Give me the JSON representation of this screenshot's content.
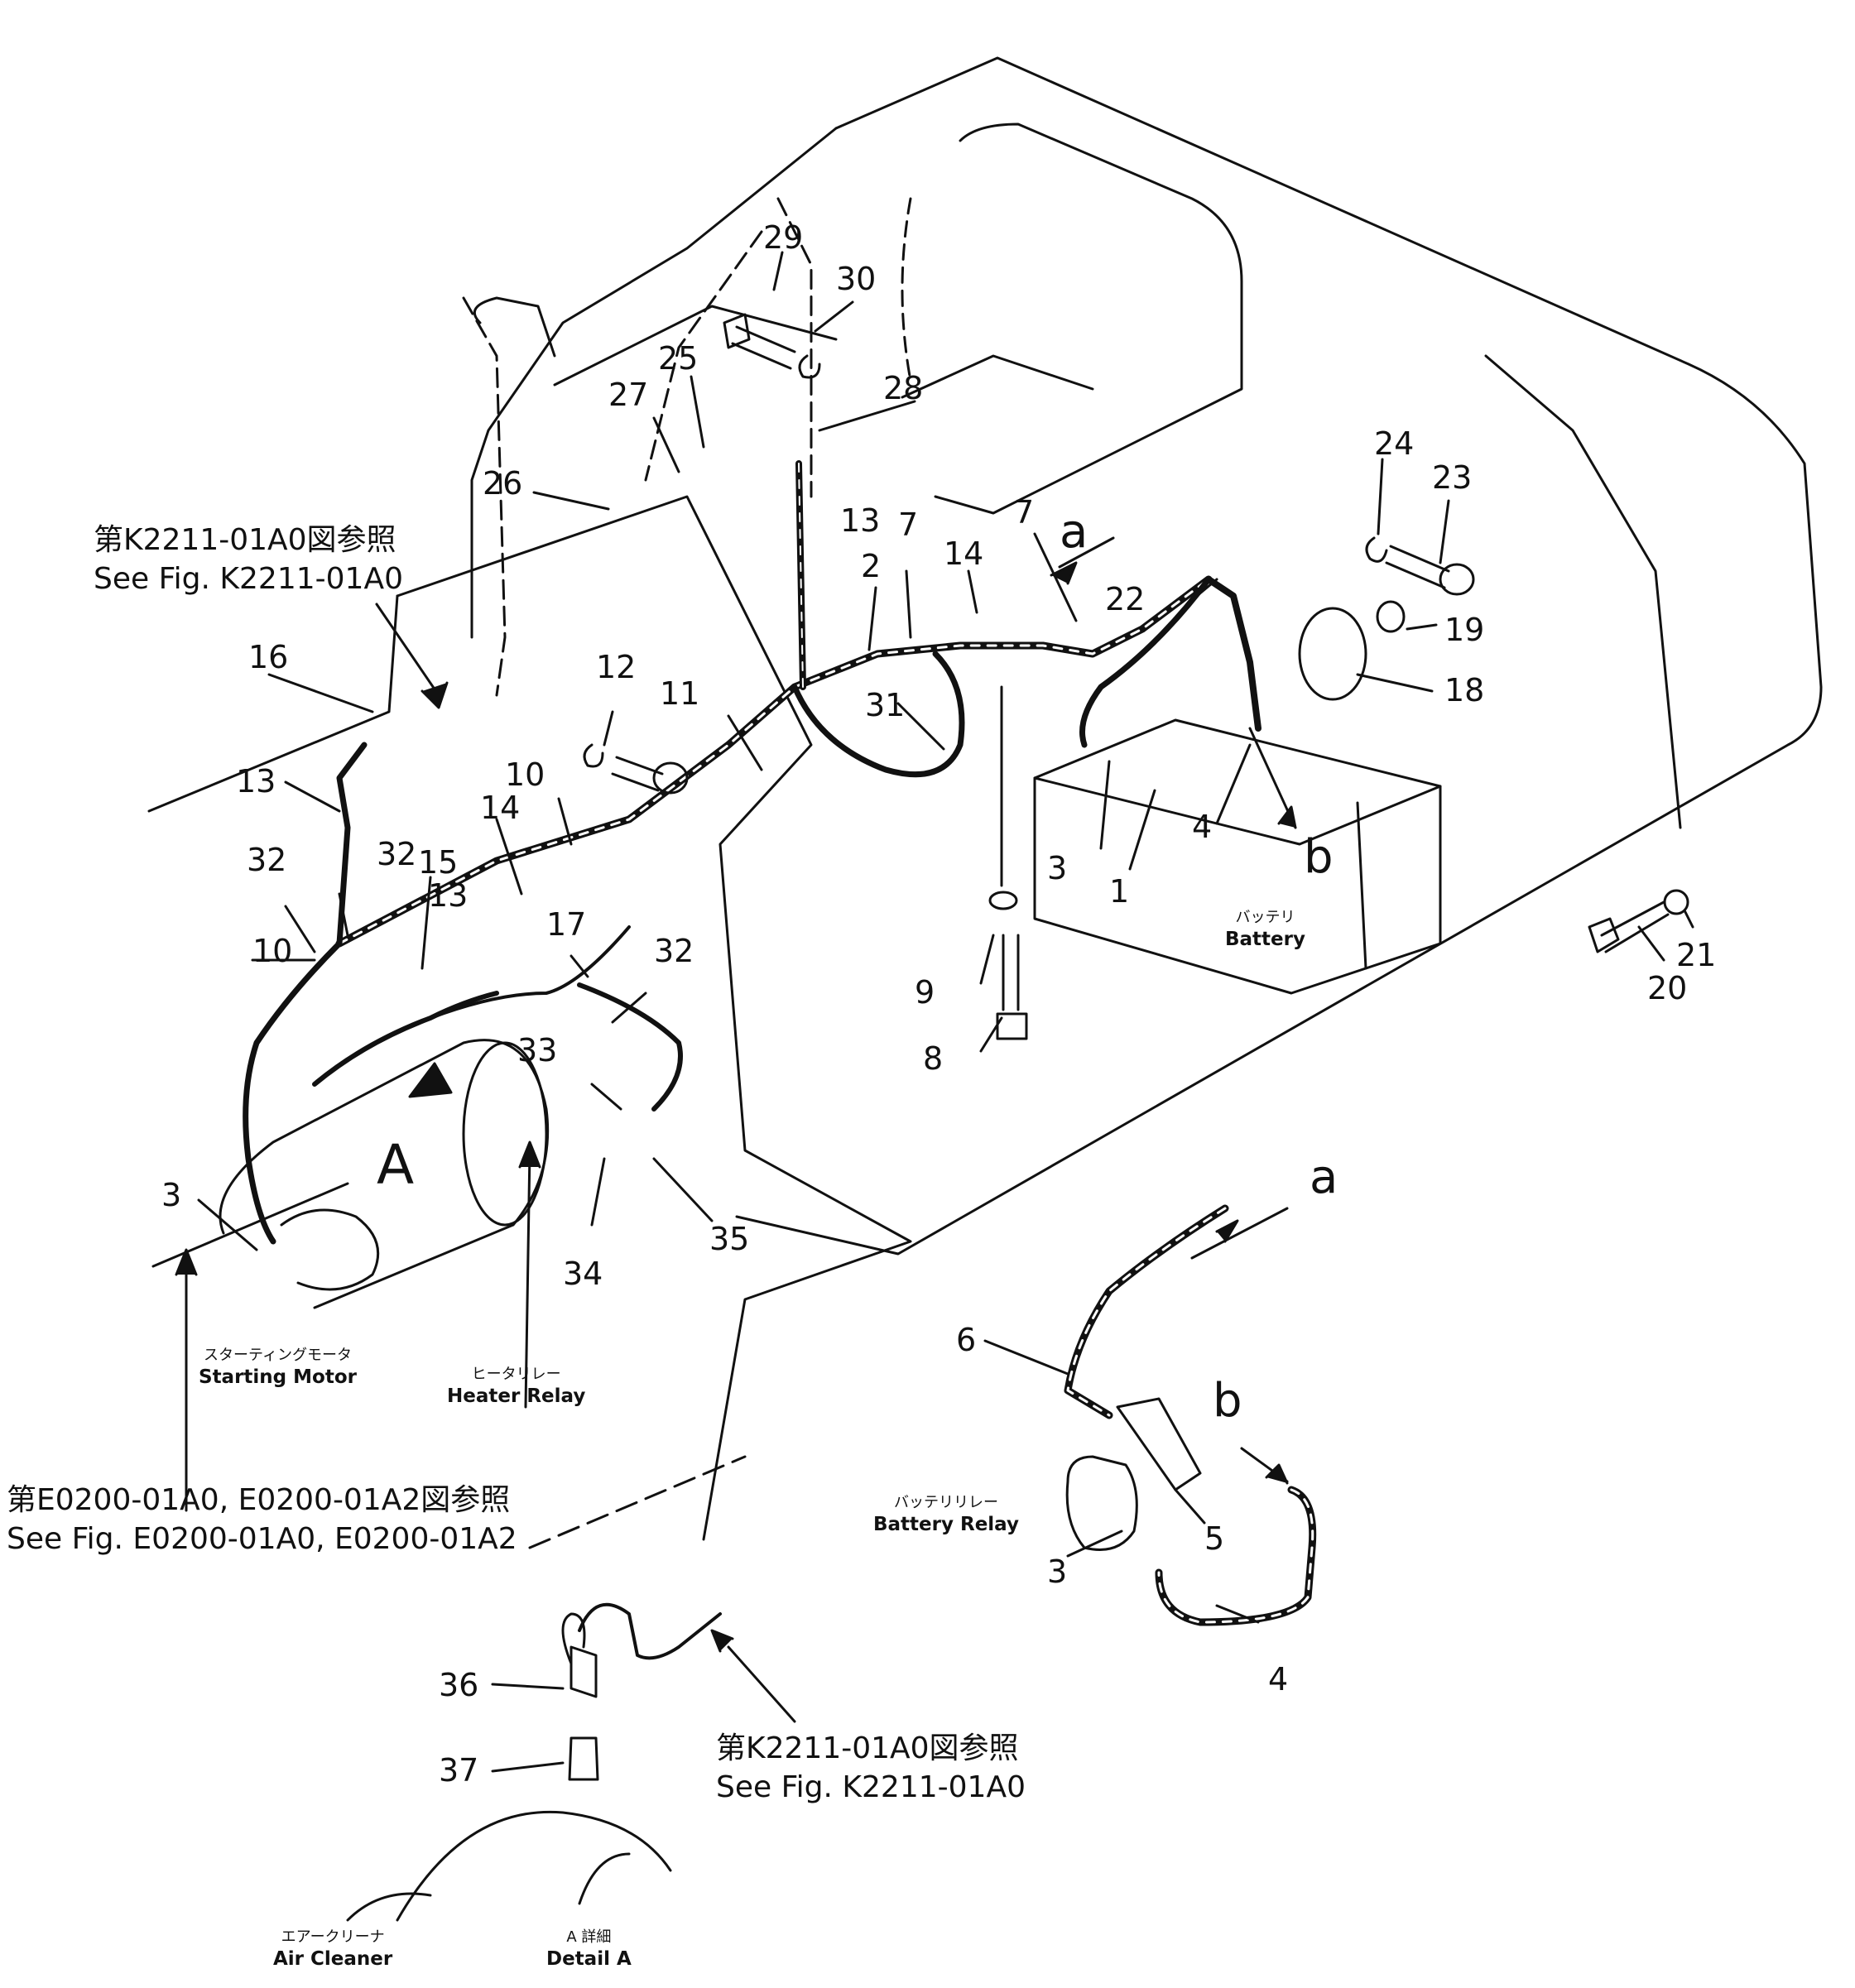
{
  "diagram": {
    "callouts": {
      "n1": "1",
      "n2": "2",
      "n3a": "3",
      "n3b": "3",
      "n3c": "3",
      "n4a": "4",
      "n4b": "4",
      "n5": "5",
      "n6": "6",
      "n7a": "7",
      "n7b": "7",
      "n8": "8",
      "n9": "9",
      "n10a": "10",
      "n10b": "10",
      "n11": "11",
      "n12": "12",
      "n13a": "13",
      "n13b": "13",
      "n13c": "13",
      "n14a": "14",
      "n14b": "14",
      "n15": "15",
      "n16": "16",
      "n17": "17",
      "n18": "18",
      "n19": "19",
      "n20": "20",
      "n21": "21",
      "n22": "22",
      "n23": "23",
      "n24": "24",
      "n25": "25",
      "n26": "26",
      "n27": "27",
      "n28": "28",
      "n29": "29",
      "n30": "30",
      "n31": "31",
      "n32a": "32",
      "n32b": "32",
      "n32c": "32",
      "n33": "33",
      "n34": "34",
      "n35": "35",
      "n36": "36",
      "n37": "37"
    },
    "detail_letters": {
      "a1": "a",
      "a2": "a",
      "b1": "b",
      "b2": "b",
      "A": "A"
    },
    "references": {
      "k2211_top": {
        "jp": "第K2211-01A0図参照",
        "en": "See Fig. K2211-01A0"
      },
      "e0200": {
        "jp": "第E0200-01A0, E0200-01A2図参照",
        "en": "See Fig. E0200-01A0, E0200-01A2"
      },
      "k2211_bottom": {
        "jp": "第K2211-01A0図参照",
        "en": "See Fig. K2211-01A0"
      }
    },
    "captions": {
      "battery": {
        "jp": "バッテリ",
        "en": "Battery"
      },
      "starting_motor": {
        "jp": "スターティングモータ",
        "en": "Starting Motor"
      },
      "heater_relay": {
        "jp": "ヒータリレー",
        "en": "Heater Relay"
      },
      "battery_relay": {
        "jp": "バッテリリレー",
        "en": "Battery Relay"
      },
      "air_cleaner": {
        "jp": "エアークリーナ",
        "en": "Air Cleaner"
      },
      "detail_a": {
        "jp": "A 詳細",
        "en": "Detail A"
      }
    },
    "colors": {
      "line": "#111111",
      "background": "#ffffff"
    }
  }
}
